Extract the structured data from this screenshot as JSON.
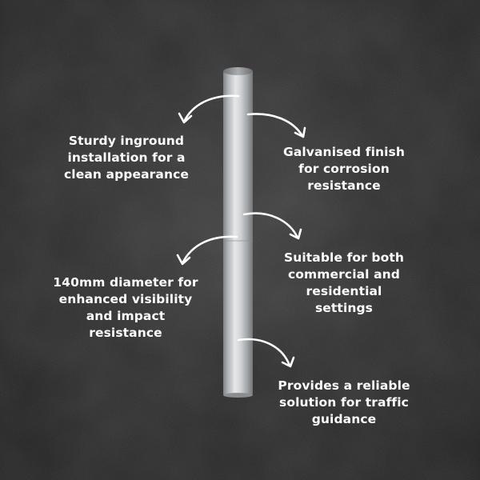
{
  "features": [
    {
      "lines": [
        "Sturdy inground",
        "installation for a",
        "clean appearance"
      ]
    },
    {
      "lines": [
        "Galvanised finish",
        "for corrosion",
        "resistance"
      ]
    },
    {
      "lines": [
        "Suitable for both",
        "commercial and",
        "residential",
        "settings"
      ]
    },
    {
      "lines": [
        "140mm diameter for",
        "enhanced visibility",
        "and impact",
        "resistance"
      ]
    },
    {
      "lines": [
        "Provides a reliable",
        "solution for traffic",
        "guidance"
      ]
    }
  ],
  "colors": {
    "background": "#2a2a2a",
    "text": "#ffffff",
    "arrow": "#ffffff",
    "bollard": "#c9ccce"
  },
  "icons": [
    "curved-arrow-icon"
  ]
}
